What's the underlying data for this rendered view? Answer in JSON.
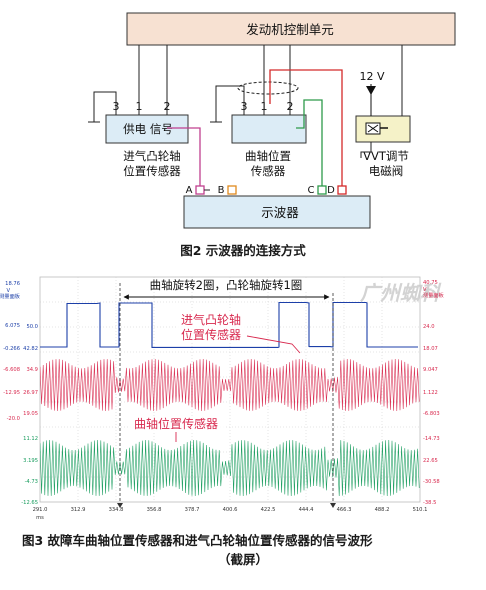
{
  "fig2": {
    "ecu_label": "发动机控制单元",
    "cam_sensor": {
      "pins": [
        "3",
        "1",
        "2"
      ],
      "body": "供电  信号",
      "name_line1": "进气凸轮轴",
      "name_line2": "位置传感器"
    },
    "crank_sensor": {
      "pins": [
        "3",
        "1",
        "2"
      ],
      "name_line1": "曲轴位置",
      "name_line2": "传感器"
    },
    "vvt": {
      "supply": "12 V",
      "name_line1": "VVT调节",
      "name_line2": "电磁阀"
    },
    "scope_label": "示波器",
    "channels": [
      "A",
      "B",
      "C",
      "D"
    ],
    "colors": {
      "ecu_fill": "#f7e1d2",
      "box_fill": "#dcecf6",
      "vvt_fill": "#f5f2c8",
      "ch_a": "#c0408f",
      "ch_b": "#e08a1e",
      "ch_c": "#2e9a4a",
      "ch_d": "#d42a2a"
    },
    "caption": "图2   示波器的连接方式"
  },
  "fig3": {
    "annotation_top": "曲轴旋转2圈，凸轮轴旋转1圈",
    "label_cam_line1": "进气凸轮轴",
    "label_cam_line2": "位置传感器",
    "label_crank": "曲轴位置传感器",
    "watermark": "广州蜘科",
    "left_ticks": {
      "blue": [
        "18.76",
        "V",
        "测量面板",
        "6.075",
        "50.0",
        "-0.266",
        "42.82"
      ],
      "red": [
        "-6.608",
        "34.9",
        "-12.95",
        "26.97",
        "-20.0",
        "19.05"
      ],
      "green": [
        "11.12",
        "3.195",
        "-4.73",
        "-12.65"
      ]
    },
    "right_ticks": {
      "blue": [
        "40.75",
        "V",
        "测量面板",
        "24.0",
        "18.07"
      ],
      "red": [
        "9.047",
        "1.122",
        "-6.803"
      ],
      "green": [
        "-14.73",
        "22.65",
        "-30.58",
        "-38.5"
      ]
    },
    "x_ticks": [
      "291.0",
      "312.9",
      "334.8",
      "356.8",
      "378.7",
      "400.6",
      "422.5",
      "444.4",
      "466.3",
      "488.2",
      "510.1"
    ],
    "x_unit": "ms",
    "colors": {
      "blue": "#1c3fa8",
      "red": "#d8294e",
      "green": "#169b5c",
      "grid": "#c9c9c9"
    },
    "caption_line1": "图3   故障车曲轴位置传感器和进气凸轮轴位置传感器的信号波形",
    "caption_line2": "（截屏）"
  }
}
